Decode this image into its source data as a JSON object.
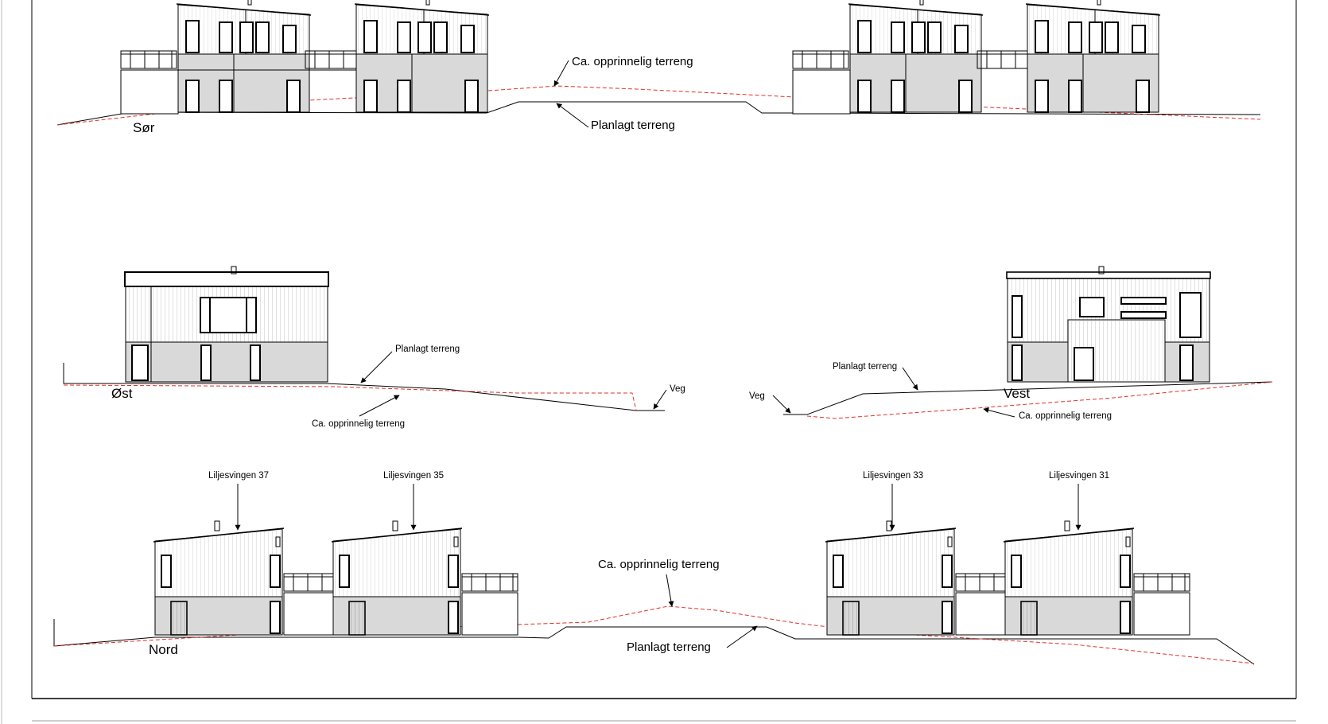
{
  "views": {
    "sor": {
      "name": "Sør",
      "original_terrain_label": "Ca. opprinnelig terreng",
      "planned_terrain_label": "Planlagt terreng"
    },
    "ost": {
      "name": "Øst",
      "planned_terrain_label": "Planlagt terreng",
      "original_terrain_label": "Ca. opprinnelig terreng",
      "road_label": "Veg"
    },
    "vest": {
      "name": "Vest",
      "planned_terrain_label": "Planlagt terreng",
      "original_terrain_label": "Ca. opprinnelig terreng",
      "road_label": "Veg"
    },
    "nord": {
      "name": "Nord",
      "original_terrain_label": "Ca. opprinnelig terreng",
      "planned_terrain_label": "Planlagt terreng",
      "houses": [
        "Liljesvingen 37",
        "Liljesvingen 35",
        "Liljesvingen 33",
        "Liljesvingen 31"
      ]
    }
  },
  "colors": {
    "line": "#000000",
    "original_terrain": "#e0302a",
    "cladding_base": "#d9d9d9",
    "paper": "#ffffff"
  }
}
